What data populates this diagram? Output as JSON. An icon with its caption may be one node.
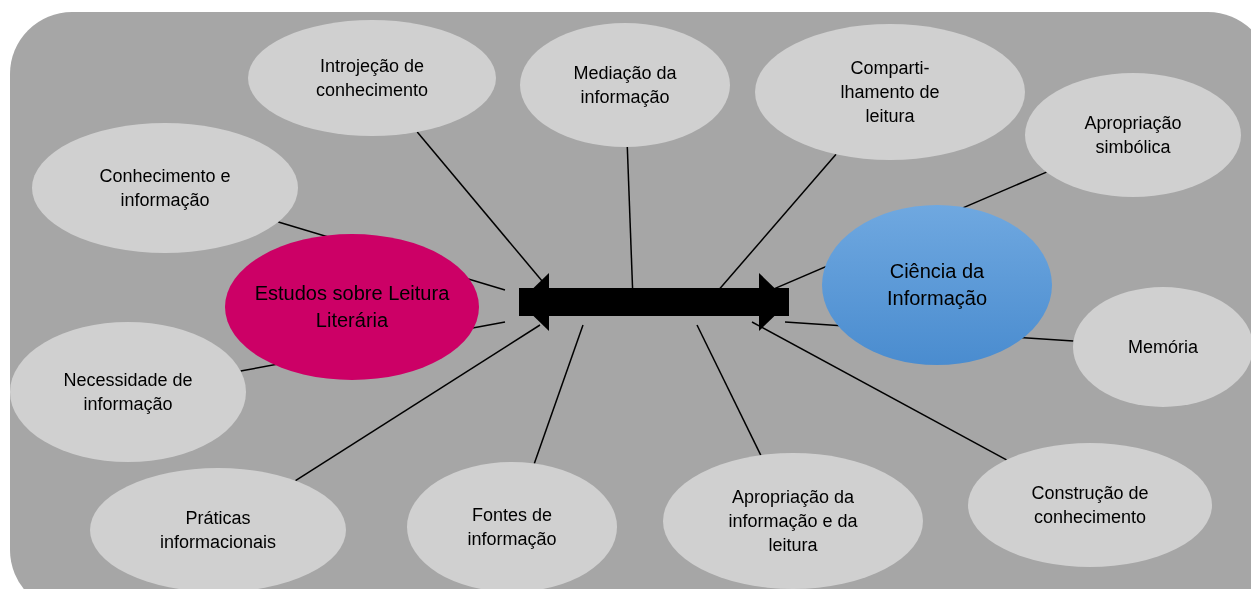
{
  "diagram": {
    "nodes": [
      {
        "text": [
          "Introjeção de conhecimento"
        ]
      },
      {
        "text": [
          "Mediação da informação"
        ]
      },
      {
        "text": [
          "Comparti- lhamento de leitura"
        ]
      },
      {
        "text": [
          "Apropriação simbólica"
        ]
      },
      {
        "text": [
          "Conhecimento e informação"
        ]
      },
      {
        "text": [
          "Estudos sobre Leitura Literária"
        ]
      },
      {
        "text": [
          "Ciência da Informação"
        ]
      },
      {
        "text": [
          "Memória"
        ]
      },
      {
        "text": [
          "Necessidade de informação"
        ]
      },
      {
        "text": [
          "Práticas informacionais"
        ]
      },
      {
        "text": [
          "Fontes de informação"
        ]
      },
      {
        "text": [
          "Apropriação da informação e da leitura"
        ]
      },
      {
        "text": [
          "Construção de conhecimento"
        ]
      }
    ],
    "edges": [
      {
        "from": 5,
        "to": 6,
        "arrow": "both",
        "style": "thick"
      },
      {
        "from": 0,
        "to": null,
        "arrow": "none"
      },
      {
        "from": 1,
        "to": null,
        "arrow": "none"
      },
      {
        "from": 2,
        "to": null,
        "arrow": "none"
      },
      {
        "from": 3,
        "to": null,
        "arrow": "none"
      },
      {
        "from": 4,
        "to": null,
        "arrow": "none"
      },
      {
        "from": 7,
        "to": null,
        "arrow": "none"
      },
      {
        "from": 8,
        "to": null,
        "arrow": "none"
      },
      {
        "from": 9,
        "to": null,
        "arrow": "none"
      },
      {
        "from": 10,
        "to": null,
        "arrow": "none"
      },
      {
        "from": 11,
        "to": null,
        "arrow": "none"
      },
      {
        "from": 12,
        "to": null,
        "arrow": "none"
      }
    ]
  }
}
